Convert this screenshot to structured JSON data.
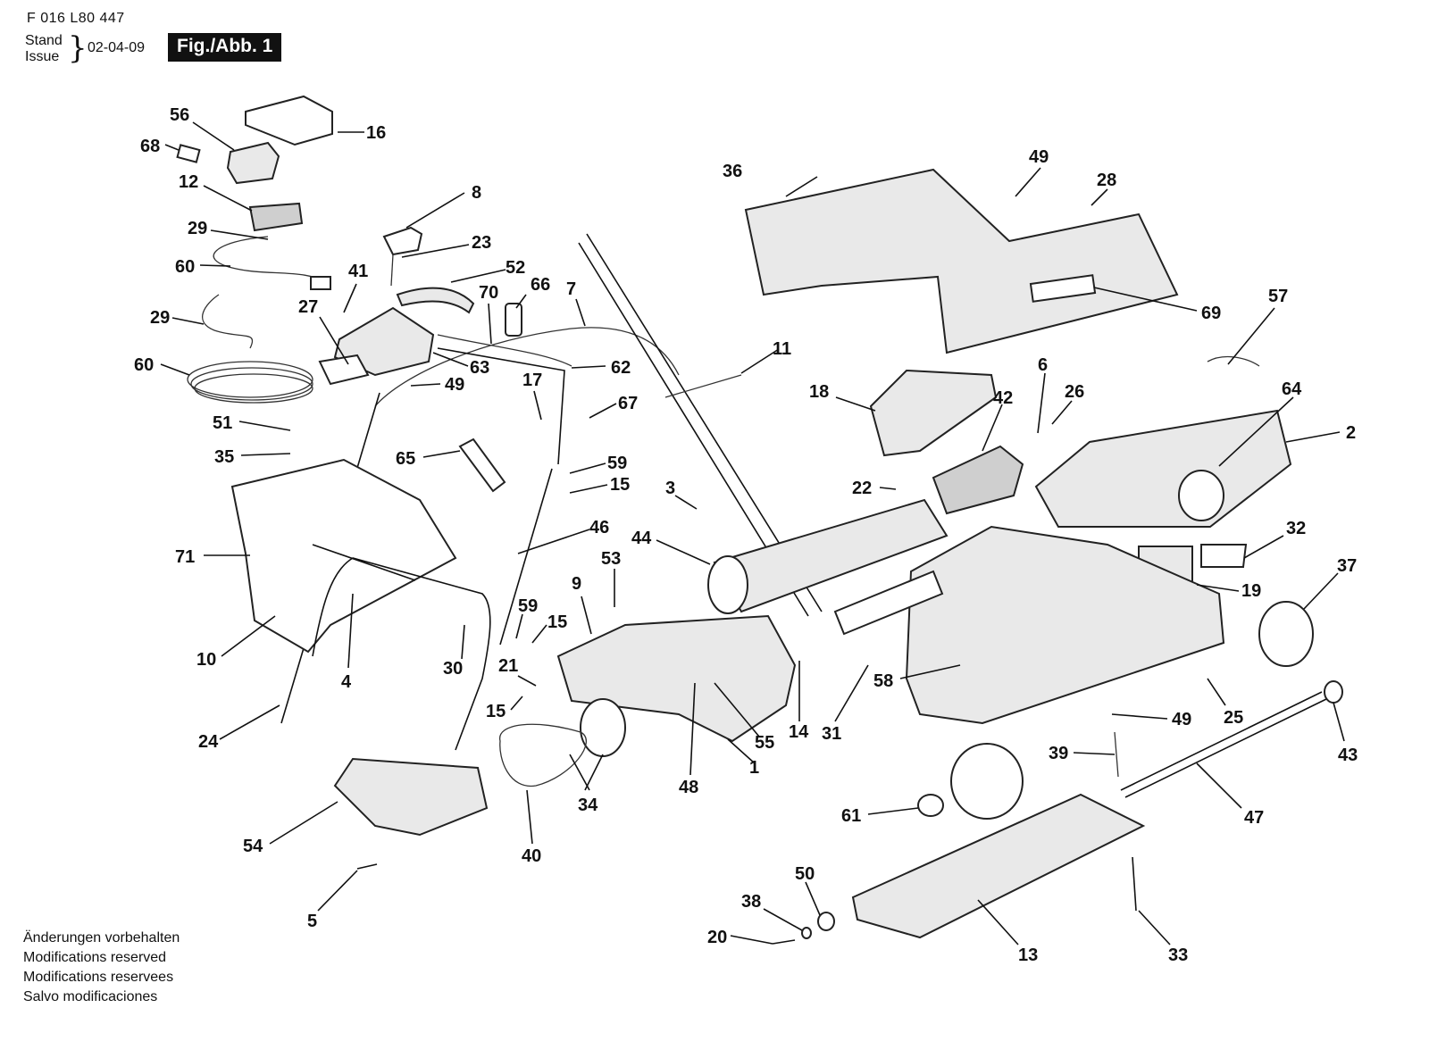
{
  "header": {
    "doc_number": "F 016 L80 447",
    "stand_label": "Stand",
    "issue_label": "Issue",
    "issue_date": "02-04-09",
    "figure_label": "Fig./Abb. 1"
  },
  "notes": [
    "Änderungen vorbehalten",
    "Modifications reserved",
    "Modifications reservees",
    "Salvo modificaciones"
  ],
  "callouts": {
    "c1": "1",
    "c2": "2",
    "c3": "3",
    "c4": "4",
    "c5": "5",
    "c6": "6",
    "c7": "7",
    "c8": "8",
    "c9": "9",
    "c10": "10",
    "c11": "11",
    "c12": "12",
    "c13": "13",
    "c14": "14",
    "c15a": "15",
    "c15b": "15",
    "c15c": "15",
    "c16": "16",
    "c17": "17",
    "c18": "18",
    "c19": "19",
    "c20": "20",
    "c21": "21",
    "c22": "22",
    "c23": "23",
    "c24": "24",
    "c25": "25",
    "c26": "26",
    "c27": "27",
    "c28": "28",
    "c29a": "29",
    "c29b": "29",
    "c30": "30",
    "c31": "31",
    "c32": "32",
    "c33": "33",
    "c34": "34",
    "c35": "35",
    "c36": "36",
    "c37": "37",
    "c38": "38",
    "c39": "39",
    "c40": "40",
    "c41": "41",
    "c42": "42",
    "c43": "43",
    "c44": "44",
    "c46": "46",
    "c47": "47",
    "c48": "48",
    "c49a": "49",
    "c49b": "49",
    "c49c": "49",
    "c50": "50",
    "c51": "51",
    "c52": "52",
    "c53": "53",
    "c54": "54",
    "c55": "55",
    "c56": "56",
    "c57": "57",
    "c58": "58",
    "c59a": "59",
    "c59b": "59",
    "c60a": "60",
    "c60b": "60",
    "c61": "61",
    "c62": "62",
    "c63": "63",
    "c64": "64",
    "c65": "65",
    "c66": "66",
    "c67": "67",
    "c68": "68",
    "c69": "69",
    "c70": "70",
    "c71": "71"
  }
}
